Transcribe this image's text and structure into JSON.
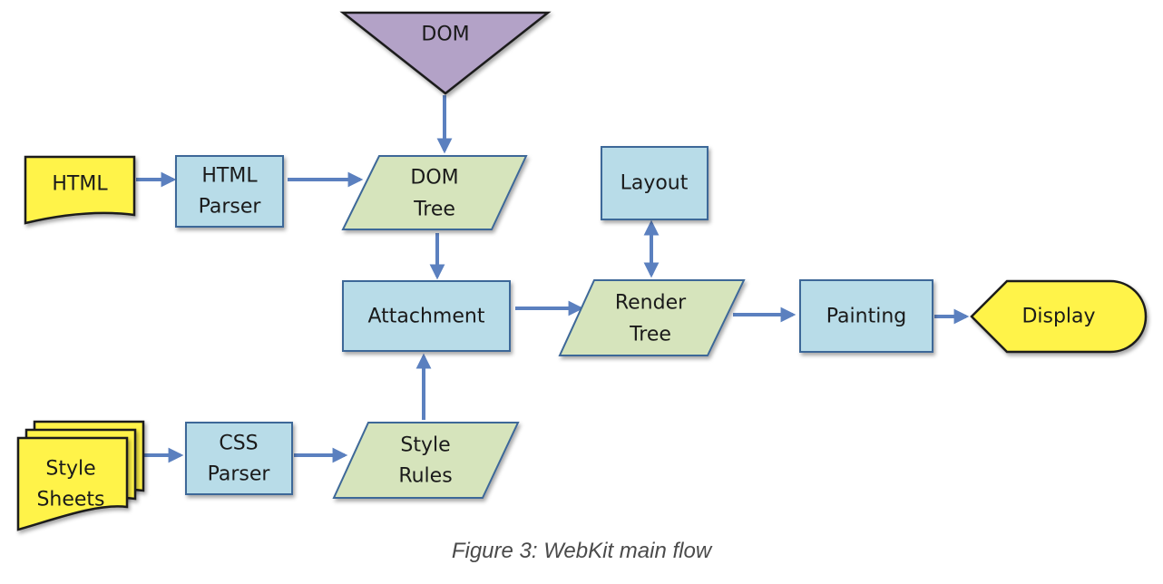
{
  "diagram": {
    "nodes": {
      "dom": {
        "line1": "DOM"
      },
      "html": {
        "line1": "HTML"
      },
      "html_parser": {
        "line1": "HTML",
        "line2": "Parser"
      },
      "dom_tree": {
        "line1": "DOM",
        "line2": "Tree"
      },
      "layout": {
        "line1": "Layout"
      },
      "attachment": {
        "line1": "Attachment"
      },
      "render_tree": {
        "line1": "Render",
        "line2": "Tree"
      },
      "painting": {
        "line1": "Painting"
      },
      "display": {
        "line1": "Display"
      },
      "style_sheets": {
        "line1": "Style",
        "line2": "Sheets"
      },
      "css_parser": {
        "line1": "CSS",
        "line2": "Parser"
      },
      "style_rules": {
        "line1": "Style",
        "line2": "Rules"
      }
    },
    "colors": {
      "process_fill": "#b8dce8",
      "data_fill": "#d6e4bc",
      "io_fill": "#fff34a",
      "dom_fill": "#b3a2c7",
      "arrow": "#5b80bf",
      "border": "#3e6898"
    }
  },
  "caption": "Figure 3: WebKit main flow"
}
